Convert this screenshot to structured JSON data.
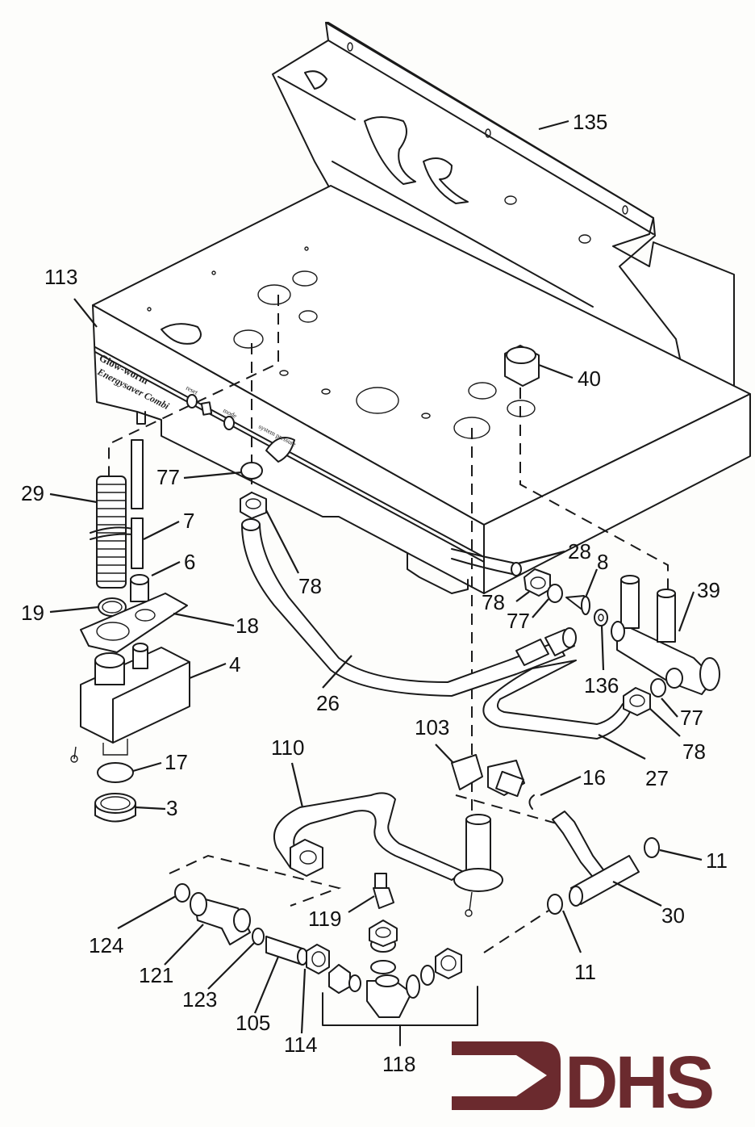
{
  "diagram": {
    "product_brand": "Glow-worm",
    "product_model": "Energysaver Combi",
    "panel_labels": {
      "reset": "reset",
      "mode": "mode",
      "system_pressure": "system pressure"
    },
    "parts": [
      {
        "id": "135",
        "label": "135"
      },
      {
        "id": "113",
        "label": "113"
      },
      {
        "id": "40",
        "label": "40"
      },
      {
        "id": "29",
        "label": "29"
      },
      {
        "id": "77a",
        "label": "77"
      },
      {
        "id": "7",
        "label": "7"
      },
      {
        "id": "78a",
        "label": "78"
      },
      {
        "id": "6",
        "label": "6"
      },
      {
        "id": "28",
        "label": "28"
      },
      {
        "id": "39",
        "label": "39"
      },
      {
        "id": "8",
        "label": "8"
      },
      {
        "id": "78b",
        "label": "78"
      },
      {
        "id": "77b",
        "label": "77"
      },
      {
        "id": "19",
        "label": "19"
      },
      {
        "id": "18",
        "label": "18"
      },
      {
        "id": "136",
        "label": "136"
      },
      {
        "id": "4",
        "label": "4"
      },
      {
        "id": "26",
        "label": "26"
      },
      {
        "id": "77c",
        "label": "77"
      },
      {
        "id": "78c",
        "label": "78"
      },
      {
        "id": "17",
        "label": "17"
      },
      {
        "id": "103",
        "label": "103"
      },
      {
        "id": "110",
        "label": "110"
      },
      {
        "id": "27",
        "label": "27"
      },
      {
        "id": "16",
        "label": "16"
      },
      {
        "id": "3",
        "label": "3"
      },
      {
        "id": "11a",
        "label": "11"
      },
      {
        "id": "30",
        "label": "30"
      },
      {
        "id": "119",
        "label": "119"
      },
      {
        "id": "124",
        "label": "124"
      },
      {
        "id": "11b",
        "label": "11"
      },
      {
        "id": "121",
        "label": "121"
      },
      {
        "id": "123",
        "label": "123"
      },
      {
        "id": "105",
        "label": "105"
      },
      {
        "id": "114",
        "label": "114"
      },
      {
        "id": "118",
        "label": "118"
      }
    ],
    "logo": {
      "text": "DHS",
      "color": "#6b2a2e"
    }
  }
}
